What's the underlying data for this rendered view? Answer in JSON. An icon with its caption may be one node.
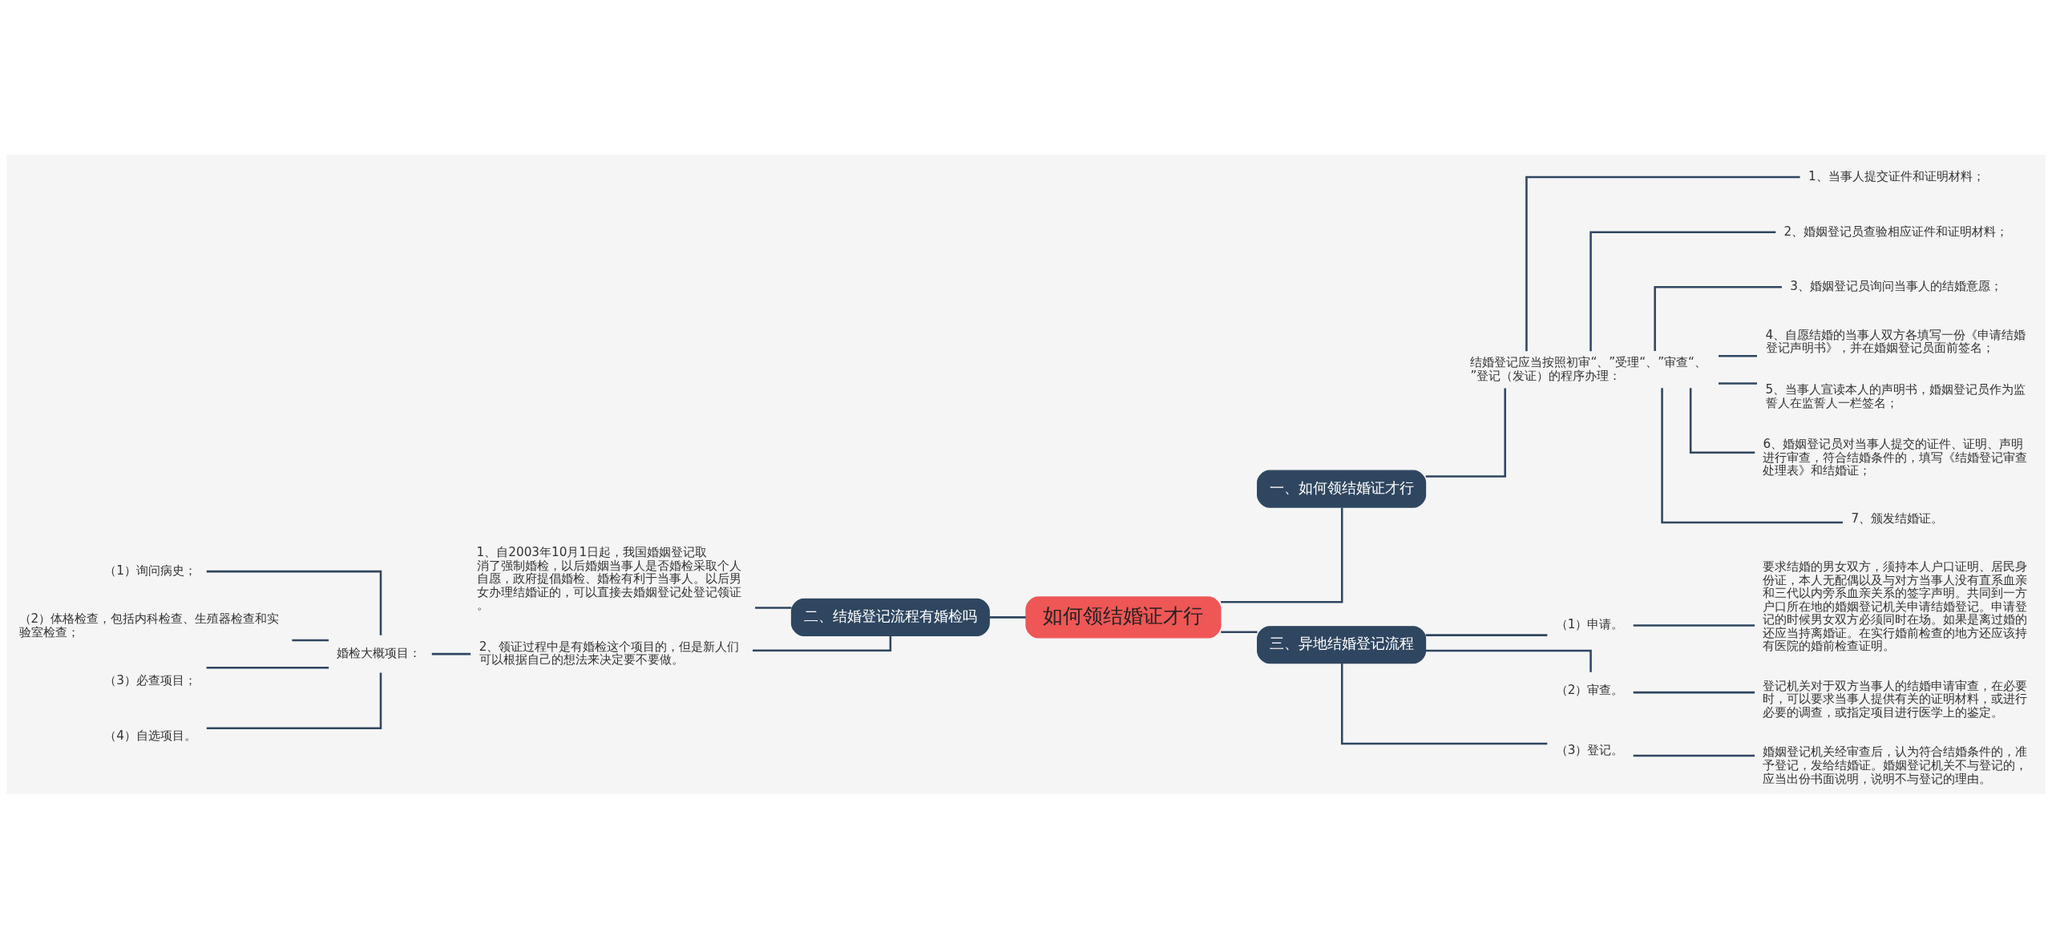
{
  "diagram": {
    "nodes": [
      {
        "text": [
          "如何领结婚证才行"
        ]
      },
      {
        "text": [
          "一、如何领结婚证才行"
        ]
      },
      {
        "text": [
          "结婚登记应当按照初审“、”受理“、”审查“、”登记（发证）的程序办理："
        ]
      },
      {
        "text": [
          "1、当事人提交证件和证明材料；"
        ]
      },
      {
        "text": [
          "2、婚姻登记员查验相应证件和证明材料；"
        ]
      },
      {
        "text": [
          "3、婚姻登记员询问当事人的结婚意愿；"
        ]
      },
      {
        "text": [
          "4、自愿结婚的当事人双方各填写一份《申请结婚登记声明书》，并在婚姻登记员面前签名；"
        ]
      },
      {
        "text": [
          "5、当事人宣读本人的声明书，婚姻登记员作为监誓人在监誓人一栏签名；"
        ]
      },
      {
        "text": [
          "6、婚姻登记员对当事人提交的证件、证明、声明进行审查，符合结婚条件的，填写《结婚登记审查处理表》和结婚证；"
        ]
      },
      {
        "text": [
          "7、颁发结婚证。"
        ]
      },
      {
        "text": [
          "二、结婚登记流程有婚检吗"
        ]
      },
      {
        "text": [
          "1、自2003年10月1日起，我国婚姻登记取消了强制婚检，以后婚姻当事人是否婚检采取个人自愿，政府提倡婚检、婚检有利于当事人。以后男女办理结婚证的，可以直接去婚姻登记处登记领证。"
        ]
      },
      {
        "text": [
          "2、领证过程中是有婚检这个项目的，但是新人们可以根据自己的想法来决定要不要做。"
        ]
      },
      {
        "text": [
          "婚检大概项目："
        ]
      },
      {
        "text": [
          "（1）询问病史；"
        ]
      },
      {
        "text": [
          "（2）体格检查，包括内科检查、生殖器检查和实验室检查；"
        ]
      },
      {
        "text": [
          "（3）必查项目；"
        ]
      },
      {
        "text": [
          "（4）自选项目。"
        ]
      },
      {
        "text": [
          "三、异地结婚登记流程"
        ]
      },
      {
        "text": [
          "（1）申请。"
        ]
      },
      {
        "text": [
          "要求结婚的男女双方，须持本人户口证明、居民身份证，本人无配偶以及与对方当事人没有直系血亲和三代以内旁系血亲关系的签字声明。共同到一方户口所在地的婚姻登记机关申请结婚登记。申请登记的时候男女双方必须同时在场。如果是离过婚的还应当持离婚证。在实行婚前检查的地方还应该持有医院的婚前检查证明。"
        ]
      },
      {
        "text": [
          "（2）审查。"
        ]
      },
      {
        "text": [
          "登记机关对于双方当事人的结婚申请审查，在必要时，可以要求当事人提供有关的证明材料，或进行必要的调查，或指定项目进行医学上的鉴定。"
        ]
      },
      {
        "text": [
          "（3）登记。"
        ]
      },
      {
        "text": [
          "婚姻登记机关经审查后，认为符合结婚条件的，准予登记，发给结婚证。婚姻登记机关不与登记的，应当出份书面说明，说明不与登记的理由。"
        ]
      }
    ],
    "edges": [
      {
        "from": 0,
        "to": 1,
        "arrow": "none"
      },
      {
        "from": 1,
        "to": 2,
        "arrow": "none"
      },
      {
        "from": 2,
        "to": 3,
        "arrow": "none"
      },
      {
        "from": 2,
        "to": 4,
        "arrow": "none"
      },
      {
        "from": 2,
        "to": 5,
        "arrow": "none"
      },
      {
        "from": 2,
        "to": 6,
        "arrow": "none"
      },
      {
        "from": 2,
        "to": 7,
        "arrow": "none"
      },
      {
        "from": 2,
        "to": 8,
        "arrow": "none"
      },
      {
        "from": 2,
        "to": 9,
        "arrow": "none"
      },
      {
        "from": 0,
        "to": 10,
        "arrow": "none"
      },
      {
        "from": 10,
        "to": 11,
        "arrow": "none"
      },
      {
        "from": 10,
        "to": 12,
        "arrow": "none"
      },
      {
        "from": 12,
        "to": 13,
        "arrow": "none"
      },
      {
        "from": 13,
        "to": 14,
        "arrow": "none"
      },
      {
        "from": 13,
        "to": 15,
        "arrow": "none"
      },
      {
        "from": 13,
        "to": 16,
        "arrow": "none"
      },
      {
        "from": 13,
        "to": 17,
        "arrow": "none"
      },
      {
        "from": 0,
        "to": 18,
        "arrow": "none"
      },
      {
        "from": 18,
        "to": 19,
        "arrow": "none"
      },
      {
        "from": 19,
        "to": 20,
        "arrow": "none"
      },
      {
        "from": 18,
        "to": 21,
        "arrow": "none"
      },
      {
        "from": 21,
        "to": 22,
        "arrow": "none"
      },
      {
        "from": 18,
        "to": 23,
        "arrow": "none"
      },
      {
        "from": 23,
        "to": 24,
        "arrow": "none"
      }
    ]
  }
}
